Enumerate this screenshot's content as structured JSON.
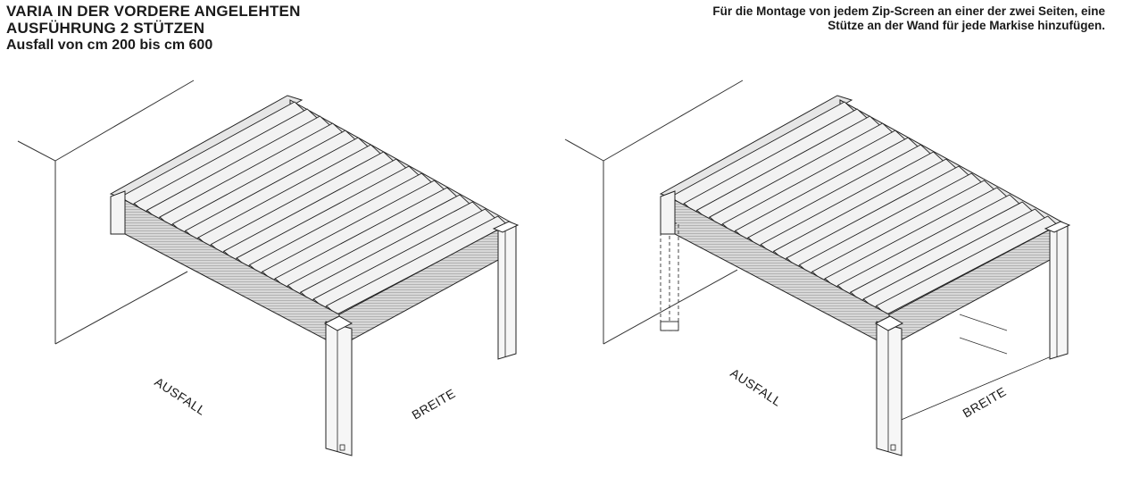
{
  "header": {
    "title_line1": "VARIA IN DER VORDERE ANGELEHTEN",
    "title_line2": "AUSFÜHRUNG 2 STÜTZEN",
    "subtitle": "Ausfall von cm 200 bis cm 600"
  },
  "note": {
    "line1": "Für die Montage von jedem Zip-Screen an einer der zwei Seiten, eine",
    "line2": "Stütze an der Wand für jede Markise hinzufügen."
  },
  "figures": {
    "left": {
      "depth_label": "AUSFALL",
      "width_label": "BREITE"
    },
    "right": {
      "depth_label": "AUSFALL",
      "width_label": "BREITE"
    }
  },
  "colors": {
    "line": "#222222",
    "slat_fill": "#f2f2f2",
    "beam_fill": "#dcdcdc"
  }
}
